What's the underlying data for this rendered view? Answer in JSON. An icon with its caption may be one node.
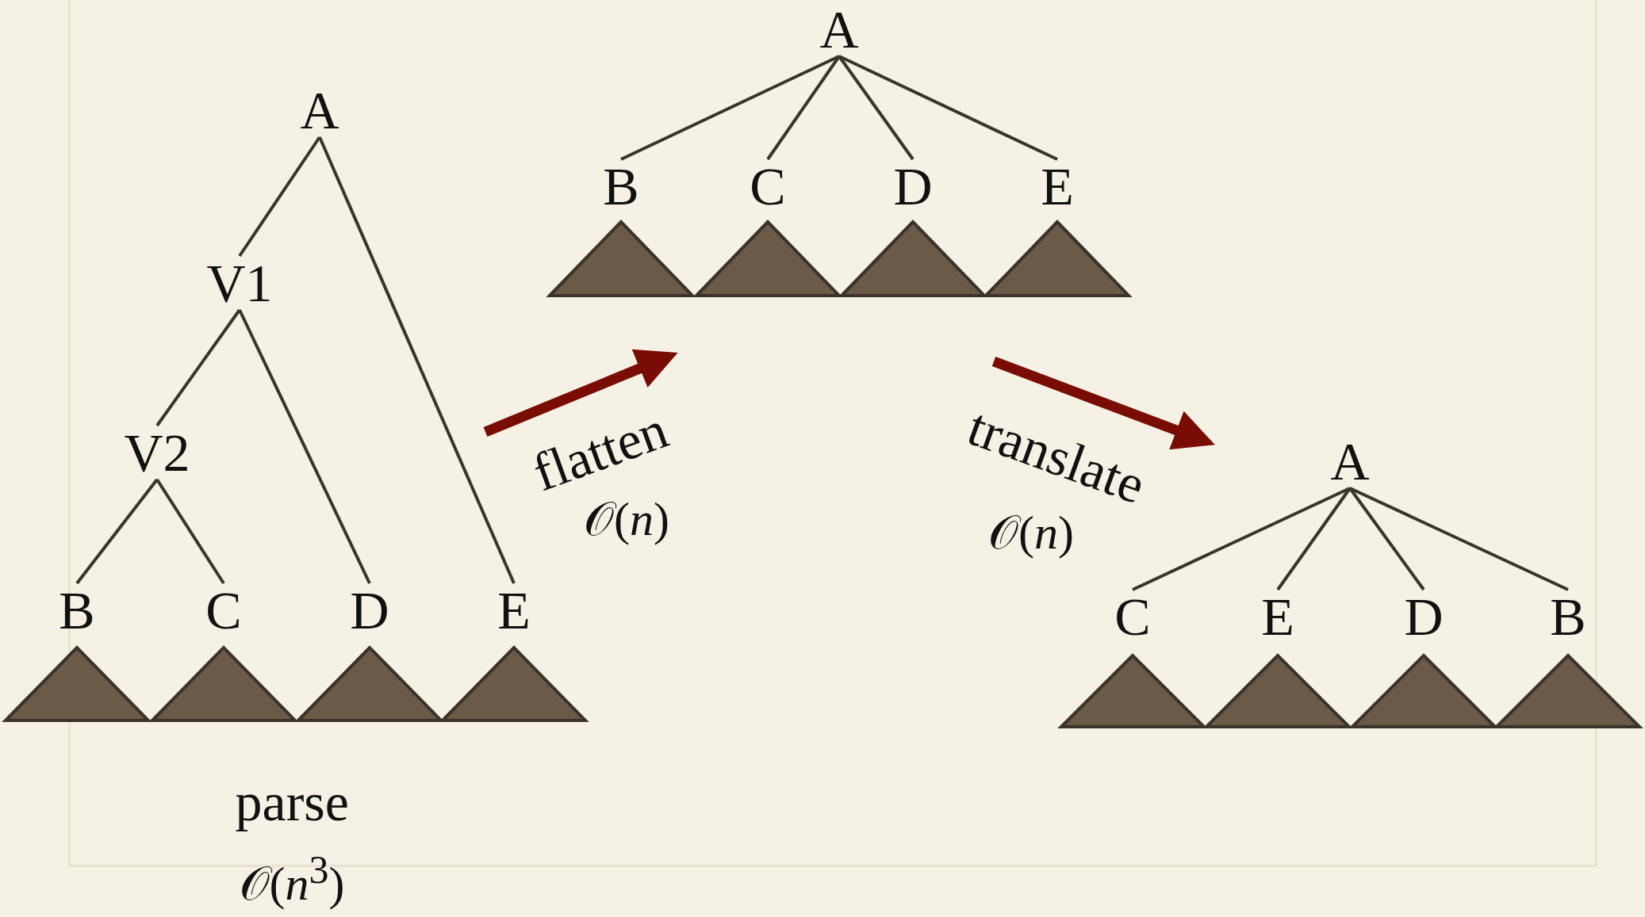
{
  "diagram": {
    "nodes": [
      {
        "text": [
          "A"
        ]
      },
      {
        "text": [
          "V1"
        ]
      },
      {
        "text": [
          "V2"
        ]
      },
      {
        "text": [
          "B"
        ]
      },
      {
        "text": [
          "C"
        ]
      },
      {
        "text": [
          "D"
        ]
      },
      {
        "text": [
          "E"
        ]
      },
      {
        "text": [
          "A"
        ]
      },
      {
        "text": [
          "B"
        ]
      },
      {
        "text": [
          "C"
        ]
      },
      {
        "text": [
          "D"
        ]
      },
      {
        "text": [
          "E"
        ]
      },
      {
        "text": [
          "A"
        ]
      },
      {
        "text": [
          "C"
        ]
      },
      {
        "text": [
          "E"
        ]
      },
      {
        "text": [
          "D"
        ]
      },
      {
        "text": [
          "B"
        ]
      },
      {
        "text": [],
        "shape": "triangle"
      },
      {
        "text": [],
        "shape": "triangle"
      },
      {
        "text": [],
        "shape": "triangle"
      },
      {
        "text": [],
        "shape": "triangle"
      },
      {
        "text": [],
        "shape": "triangle"
      },
      {
        "text": [],
        "shape": "triangle"
      },
      {
        "text": [],
        "shape": "triangle"
      },
      {
        "text": [],
        "shape": "triangle"
      },
      {
        "text": [],
        "shape": "triangle"
      },
      {
        "text": [],
        "shape": "triangle"
      },
      {
        "text": [],
        "shape": "triangle"
      },
      {
        "text": [],
        "shape": "triangle"
      }
    ],
    "edges": [
      {
        "from": 0,
        "to": 1,
        "arrow": "none"
      },
      {
        "from": 0,
        "to": 6,
        "arrow": "none"
      },
      {
        "from": 1,
        "to": 2,
        "arrow": "none"
      },
      {
        "from": 1,
        "to": 5,
        "arrow": "none"
      },
      {
        "from": 2,
        "to": 3,
        "arrow": "none"
      },
      {
        "from": 2,
        "to": 4,
        "arrow": "none"
      },
      {
        "from": 7,
        "to": 8,
        "arrow": "none"
      },
      {
        "from": 7,
        "to": 9,
        "arrow": "none"
      },
      {
        "from": 7,
        "to": 10,
        "arrow": "none"
      },
      {
        "from": 7,
        "to": 11,
        "arrow": "none"
      },
      {
        "from": 12,
        "to": 13,
        "arrow": "none"
      },
      {
        "from": 12,
        "to": 14,
        "arrow": "none"
      },
      {
        "from": 12,
        "to": 15,
        "arrow": "none"
      },
      {
        "from": 12,
        "to": 16,
        "arrow": "none"
      }
    ],
    "labels": [
      "flatten",
      "𝒪(*n*)",
      "translate",
      "𝒪(*n*)",
      "parse",
      "𝒪(*n*$^{3}$)"
    ]
  }
}
